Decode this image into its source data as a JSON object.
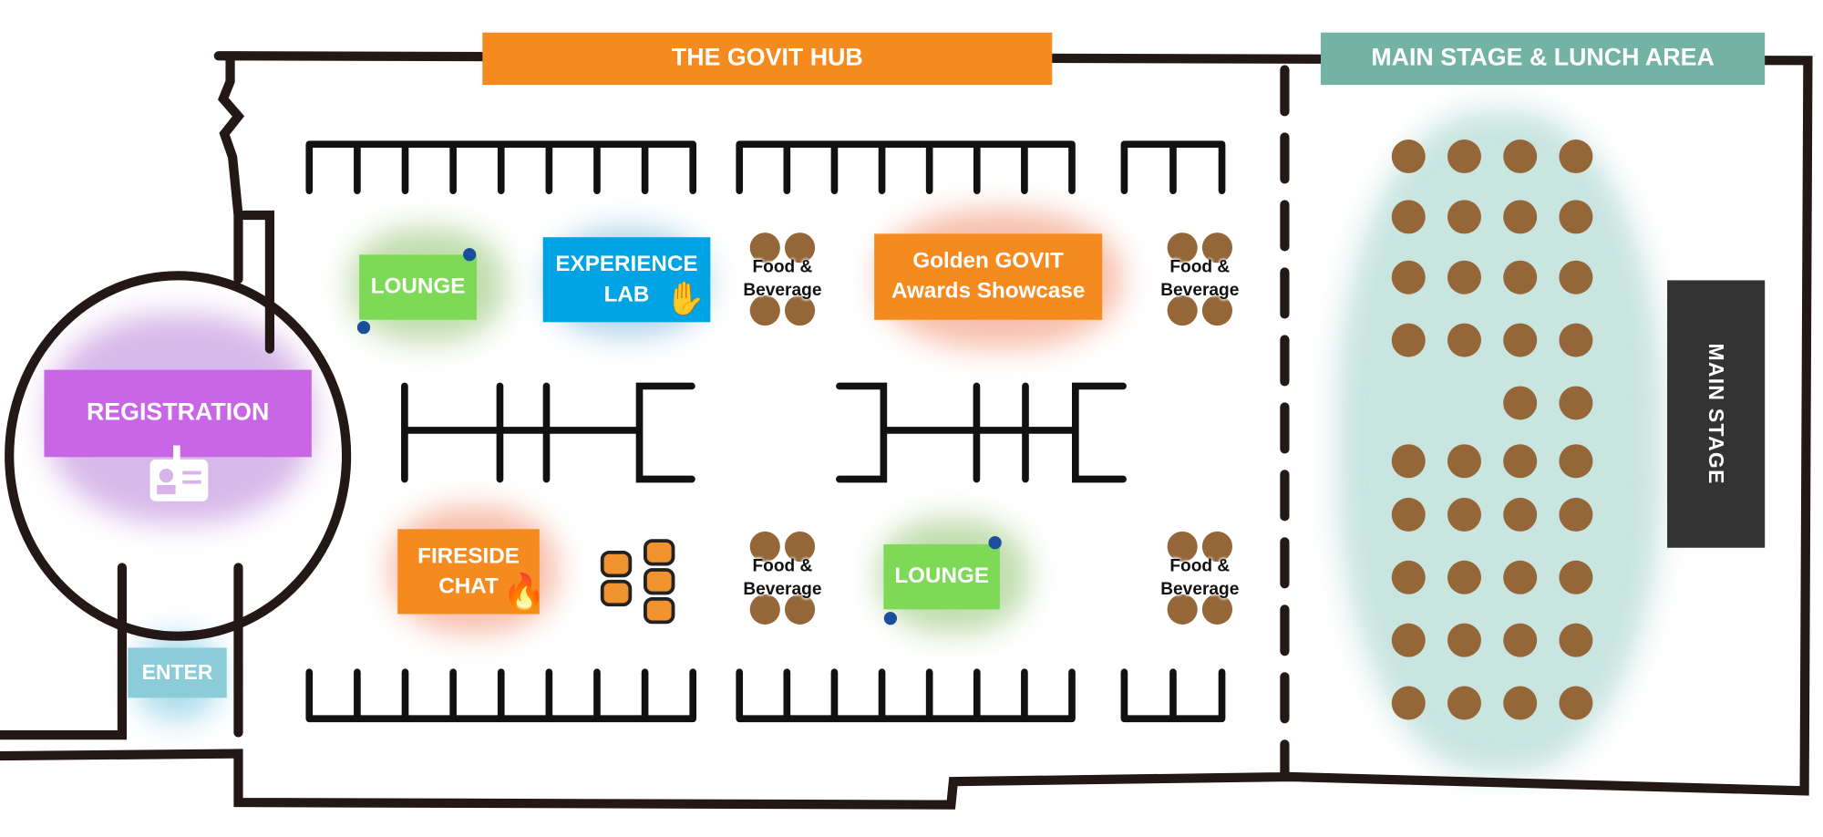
{
  "headers": {
    "hub": "THE GOVIT HUB",
    "main_area": "MAIN STAGE & LUNCH AREA"
  },
  "zones": {
    "registration": "REGISTRATION",
    "enter": "ENTER",
    "lounge_top": "LOUNGE",
    "experience_lab": "EXPERIENCE LAB",
    "food_1": "Food & Beverage",
    "golden_govit": "Golden GOVIT Awards Showcase",
    "food_2": "Food & Beverage",
    "fireside_chat": "FIRESIDE CHAT",
    "food_3": "Food & Beverage",
    "lounge_bottom": "LOUNGE",
    "food_4": "Food & Beverage",
    "main_stage": "MAIN STAGE"
  },
  "colors": {
    "hub_orange": "#f58a1f",
    "teal": "#74b3a3",
    "registration": "#c966e6",
    "enter": "#8ccbd8",
    "lounge": "#7ed957",
    "lab": "#00a3e4",
    "table": "#946638",
    "stage": "#333333",
    "wall": "#231815"
  },
  "icons": [
    "armchair-icon",
    "hand-icon",
    "id-badge-icon",
    "fire-icon",
    "chairs-icon"
  ]
}
